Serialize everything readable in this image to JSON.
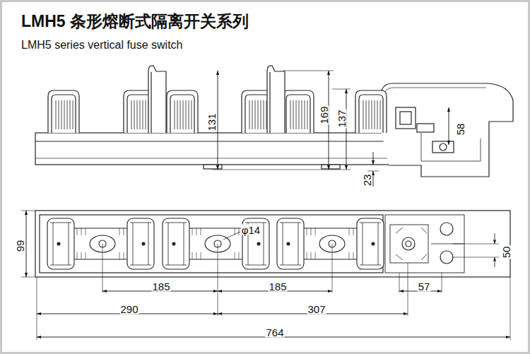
{
  "diagram": {
    "title": "LMH5 条形熔断式隔离开关系列",
    "labels": [
      "LMH5 series vertical fuse switch",
      "131",
      "169",
      "137",
      "58",
      "23",
      "99",
      "φ14",
      "50",
      "185",
      "185",
      "57",
      "290",
      "307",
      "764"
    ]
  }
}
